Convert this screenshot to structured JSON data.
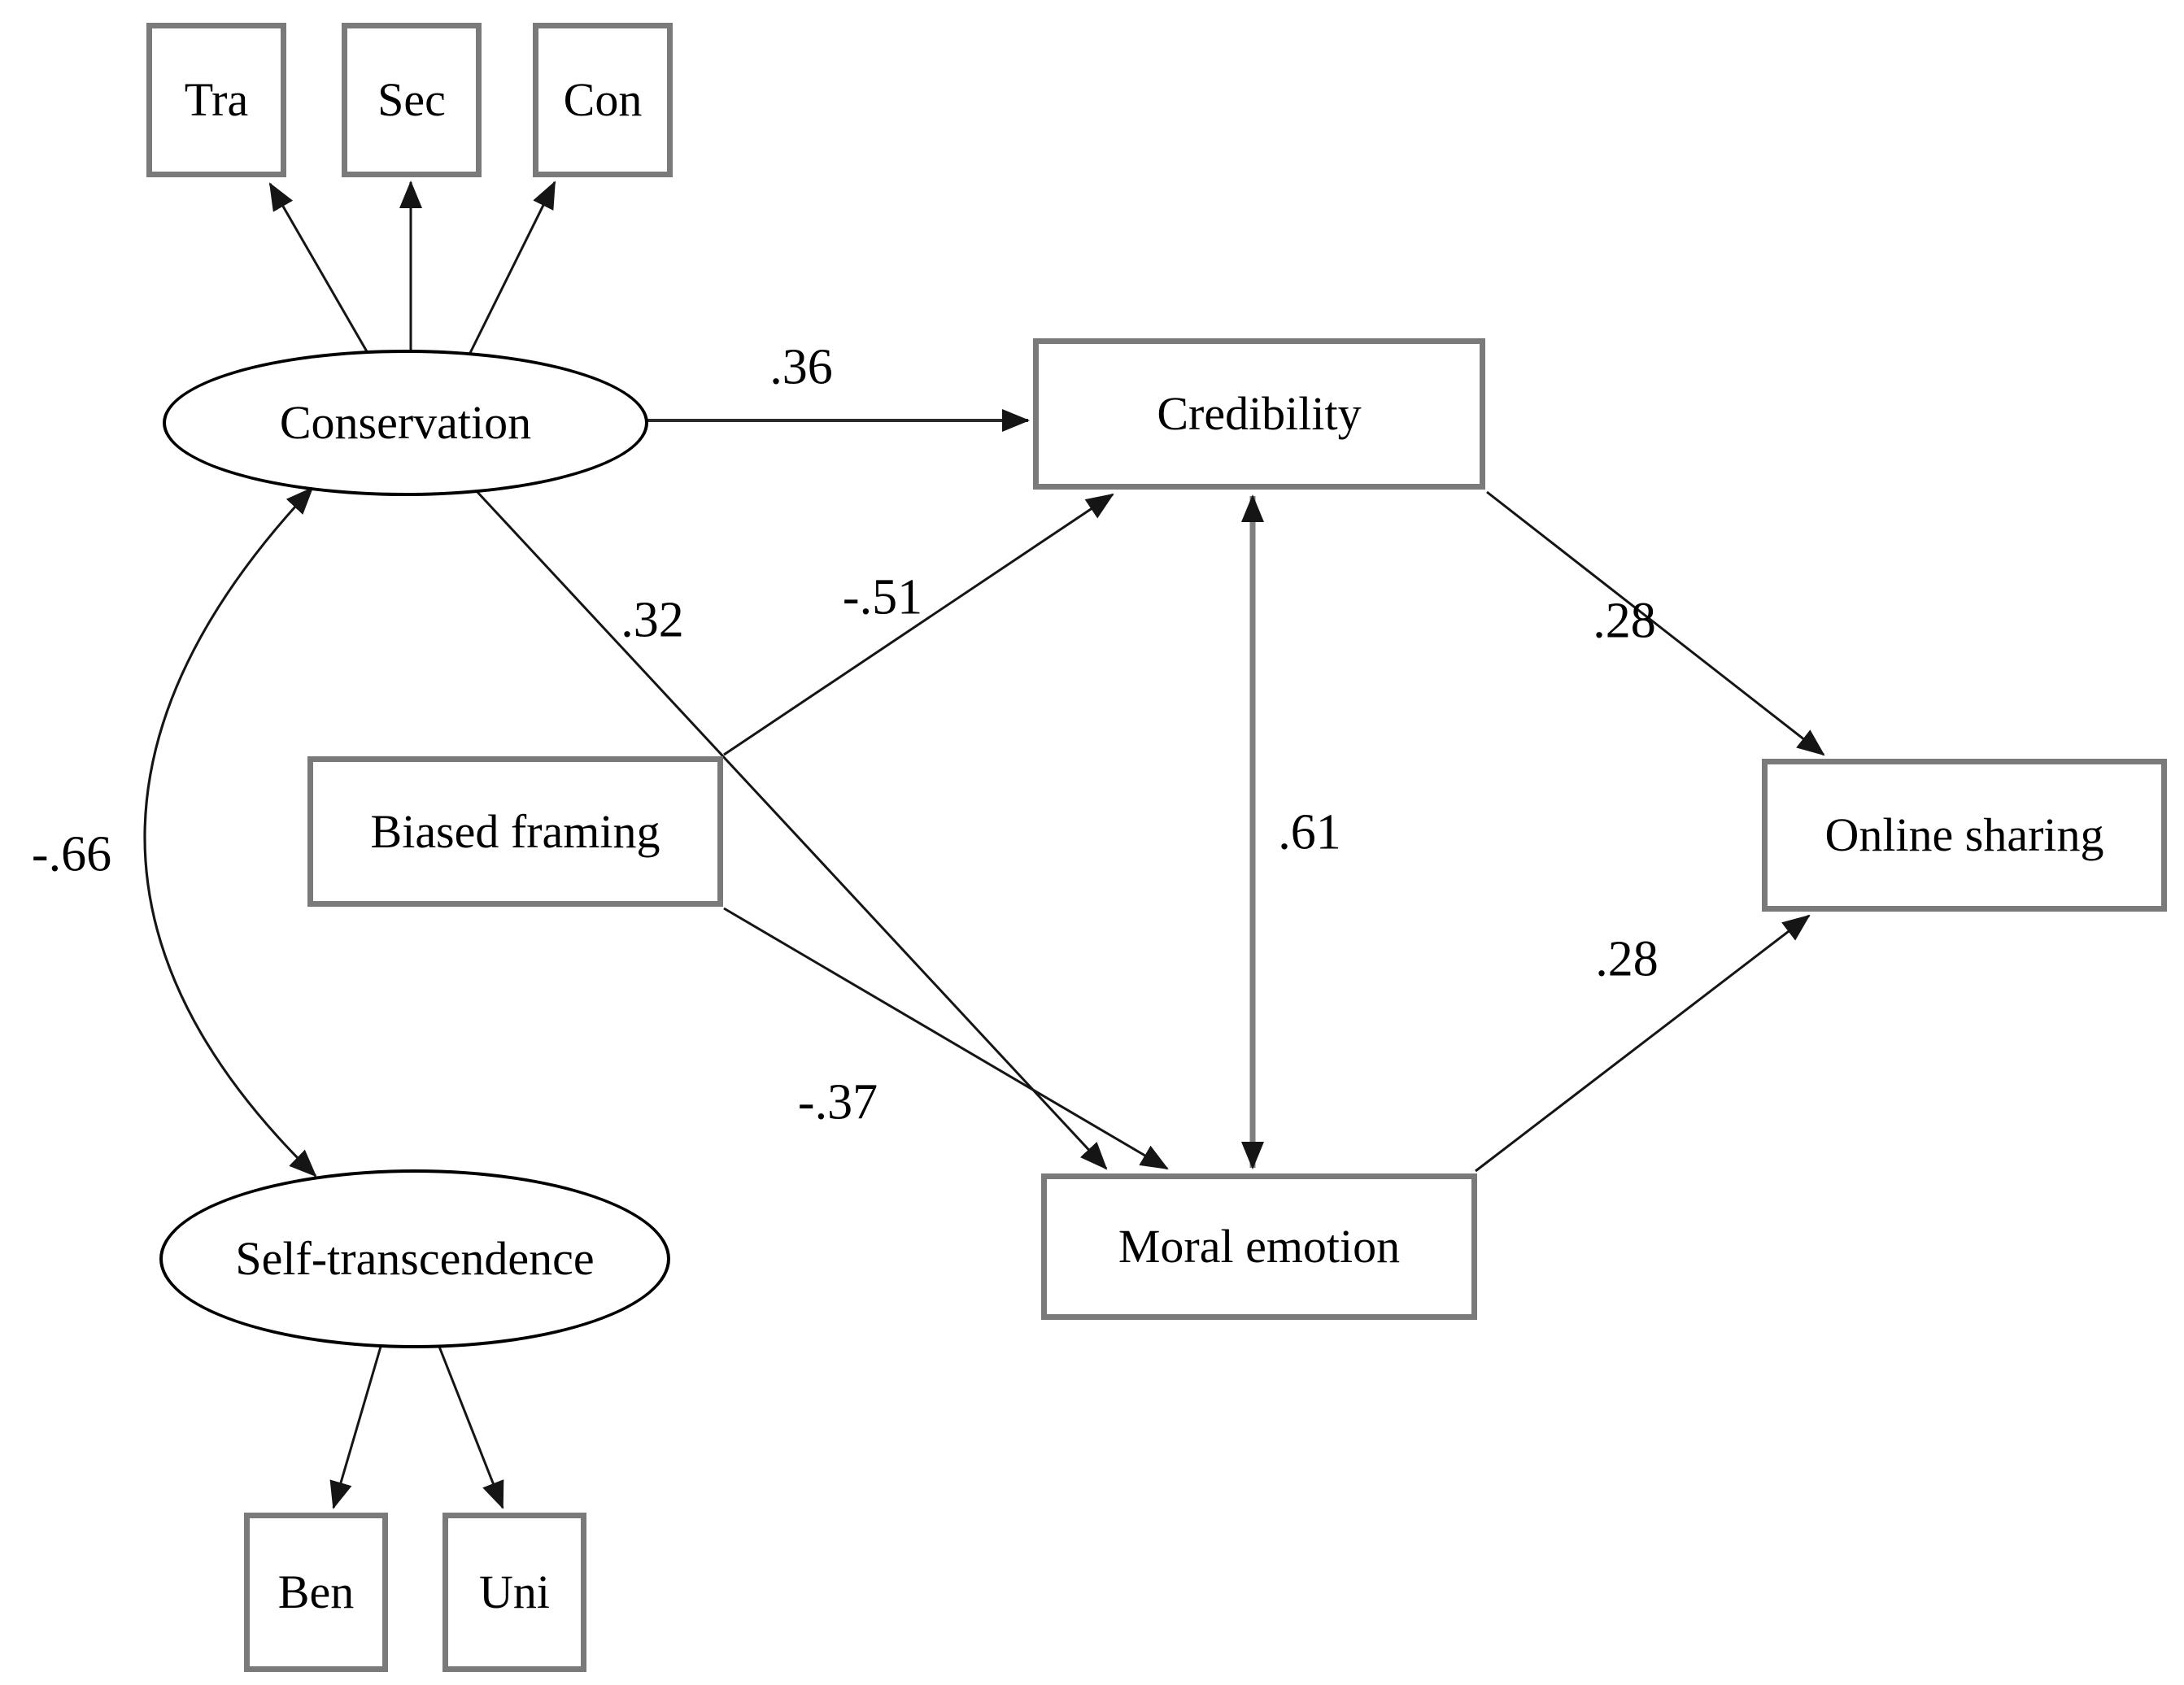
{
  "figure": {
    "type": "sem-path-diagram",
    "background": "#ffffff",
    "colors": {
      "box_border": "#7a7a7a",
      "ellipse_border": "#000000",
      "arrow": "#151515",
      "credibility_moral_connector": "#7f7f7f",
      "text": "#000000"
    },
    "nodes": {
      "tra": {
        "label": "Tra",
        "shape": "rect",
        "role": "indicator"
      },
      "sec": {
        "label": "Sec",
        "shape": "rect",
        "role": "indicator"
      },
      "con": {
        "label": "Con",
        "shape": "rect",
        "role": "indicator"
      },
      "ben": {
        "label": "Ben",
        "shape": "rect",
        "role": "indicator"
      },
      "uni": {
        "label": "Uni",
        "shape": "rect",
        "role": "indicator"
      },
      "conservation": {
        "label": "Conservation",
        "shape": "ellipse",
        "role": "latent"
      },
      "self_transcendence": {
        "label": "Self-transcendence",
        "shape": "ellipse",
        "role": "latent"
      },
      "credibility": {
        "label": "Credibility",
        "shape": "rect",
        "role": "variable"
      },
      "biased_framing": {
        "label": "Biased framing",
        "shape": "rect",
        "role": "variable"
      },
      "online_sharing": {
        "label": "Online sharing",
        "shape": "rect",
        "role": "variable"
      },
      "moral_emotion": {
        "label": "Moral emotion",
        "shape": "rect",
        "role": "variable"
      }
    },
    "edges": [
      {
        "from": "Conservation",
        "to": "Tra",
        "kind": "loading",
        "value": ""
      },
      {
        "from": "Conservation",
        "to": "Sec",
        "kind": "loading",
        "value": ""
      },
      {
        "from": "Conservation",
        "to": "Con",
        "kind": "loading",
        "value": ""
      },
      {
        "from": "Self-transcendence",
        "to": "Ben",
        "kind": "loading",
        "value": ""
      },
      {
        "from": "Self-transcendence",
        "to": "Uni",
        "kind": "loading",
        "value": ""
      },
      {
        "from": "Conservation",
        "to": "Credibility",
        "kind": "path",
        "value": ".36"
      },
      {
        "from": "Conservation",
        "to": "Moral emotion",
        "kind": "path",
        "value": ".32"
      },
      {
        "from": "Conservation",
        "to": "Self-transcendence",
        "kind": "covariance",
        "curved": true,
        "double_headed": true,
        "value": "-.66"
      },
      {
        "from": "Biased framing",
        "to": "Credibility",
        "kind": "path",
        "value": "-.51"
      },
      {
        "from": "Biased framing",
        "to": "Moral emotion",
        "kind": "path",
        "value": "-.37"
      },
      {
        "from": "Credibility",
        "to": "Moral emotion",
        "kind": "path",
        "double_headed": true,
        "value": ".61"
      },
      {
        "from": "Credibility",
        "to": "Online sharing",
        "kind": "path",
        "value": ".28"
      },
      {
        "from": "Moral emotion",
        "to": "Online sharing",
        "kind": "path",
        "value": ".28"
      }
    ]
  }
}
